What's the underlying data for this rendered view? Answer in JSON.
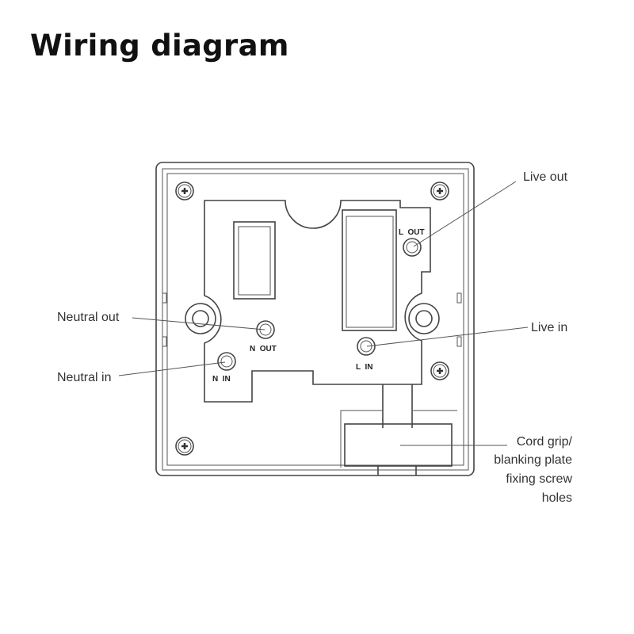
{
  "title": "Wiring diagram",
  "callouts": {
    "live_out": "Live out",
    "neutral_out": "Neutral out",
    "neutral_in": "Neutral in",
    "live_in": "Live in",
    "cord_grip": [
      "Cord grip/",
      "blanking plate",
      "fixing screw",
      "holes"
    ]
  },
  "terminals": {
    "l_out": "L  OUT",
    "n_out": "N  OUT",
    "n_in": "N  IN",
    "l_in": "L  IN"
  }
}
